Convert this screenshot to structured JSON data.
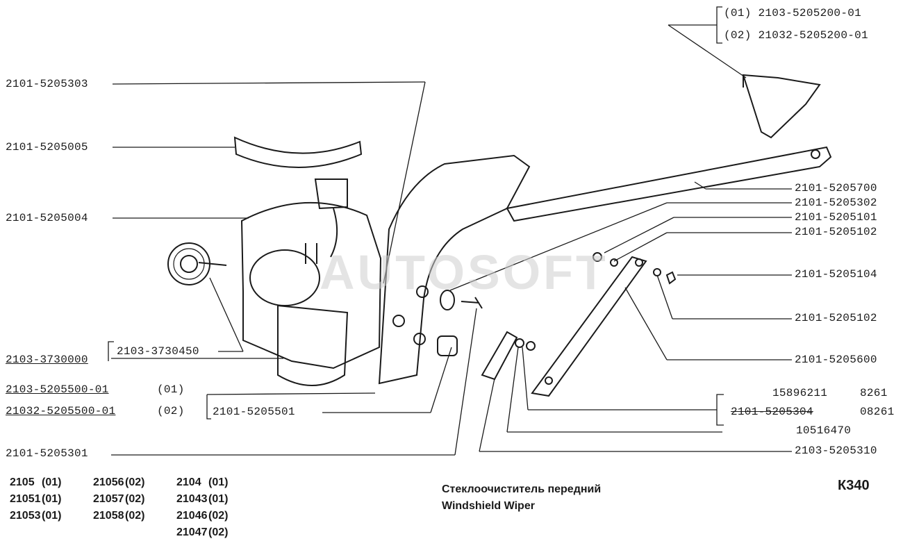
{
  "watermark": "AUTOSOFT",
  "diagram": {
    "callouts": {
      "variant_01": "(01) 2103-5205200-01",
      "variant_02": "(02) 21032-5205200-01",
      "left": [
        "2101-5205303",
        "2101-5205005",
        "2101-5205004",
        "2103-3730450",
        "2103-3730000",
        "2103-5205500-01",
        "(01)",
        "21032-5205500-01",
        "(02)",
        "2101-5205501",
        "2101-5205301"
      ],
      "right": [
        "2101-5205700",
        "2101-5205302",
        "2101-5205101",
        "2101-5205102",
        "2101-5205104",
        "2101-5205102",
        "2101-5205600",
        "15896211",
        "8261",
        "2101-5205304",
        "08261",
        "10516470",
        "2103-5205310"
      ]
    }
  },
  "models": [
    [
      "2105",
      "(01)",
      "21056",
      "(02)",
      "2104",
      "(01)"
    ],
    [
      "21051",
      "(01)",
      "21057",
      "(02)",
      "21043",
      "(01)"
    ],
    [
      "21053",
      "(01)",
      "21058",
      "(02)",
      "21046",
      "(02)"
    ],
    [
      "",
      "",
      "",
      "",
      "21047",
      "(02)"
    ]
  ],
  "caption": {
    "ru": "Стеклоочиститель передний",
    "en": "Windshield Wiper"
  },
  "page_code": "К340"
}
